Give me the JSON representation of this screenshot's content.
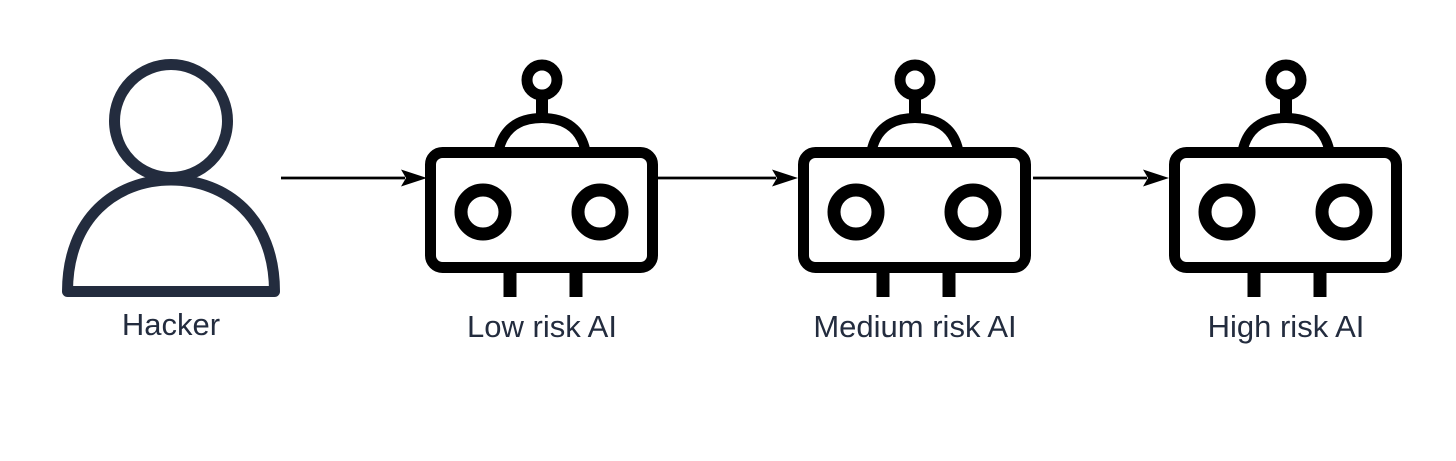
{
  "diagram": {
    "colors": {
      "background": "#ffffff",
      "hacker_stroke": "#232c3e",
      "robot_stroke": "#000000",
      "arrow": "#000000",
      "label_text": "#232c3e"
    },
    "nodes": [
      {
        "id": "hacker",
        "icon": "person-icon",
        "label": "Hacker"
      },
      {
        "id": "low-risk-ai",
        "icon": "robot-icon",
        "label": "Low risk AI"
      },
      {
        "id": "medium-risk-ai",
        "icon": "robot-icon",
        "label": "Medium risk AI"
      },
      {
        "id": "high-risk-ai",
        "icon": "robot-icon",
        "label": "High risk AI"
      }
    ],
    "edges": [
      {
        "from": "hacker",
        "to": "low-risk-ai",
        "style": "solid-arrow"
      },
      {
        "from": "low-risk-ai",
        "to": "medium-risk-ai",
        "style": "solid-arrow"
      },
      {
        "from": "medium-risk-ai",
        "to": "high-risk-ai",
        "style": "solid-arrow"
      }
    ]
  }
}
